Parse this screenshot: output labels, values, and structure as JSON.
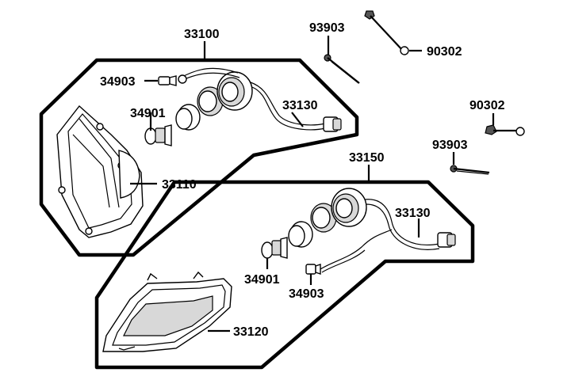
{
  "labels": {
    "assy_upper": "33100",
    "assy_lower": "33150",
    "bulb_small_upper": "34903",
    "bulb_main_upper": "34901",
    "harness_upper": "33130",
    "housing_upper": "33110",
    "screw_upper": "93903",
    "bolt_upper": "90302",
    "bolt_right": "90302",
    "screw_right": "93903",
    "harness_lower": "33130",
    "bulb_main_lower": "34901",
    "bulb_small_lower": "34903",
    "housing_lower": "33120"
  }
}
